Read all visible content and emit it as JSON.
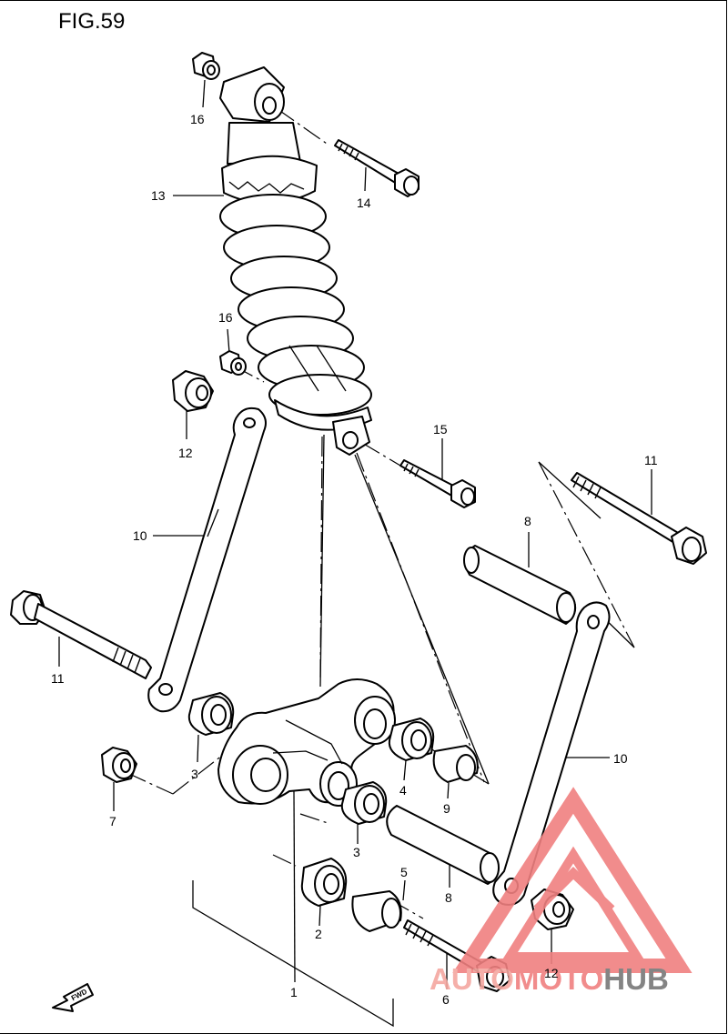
{
  "figure": {
    "title": "FIG.59"
  },
  "callouts": [
    {
      "id": "c16a",
      "text": "16"
    },
    {
      "id": "c13",
      "text": "13"
    },
    {
      "id": "c14",
      "text": "14"
    },
    {
      "id": "c16b",
      "text": "16"
    },
    {
      "id": "c12a",
      "text": "12"
    },
    {
      "id": "c15",
      "text": "15"
    },
    {
      "id": "c11a",
      "text": "11"
    },
    {
      "id": "c10a",
      "text": "10"
    },
    {
      "id": "c8a",
      "text": "8"
    },
    {
      "id": "c11b",
      "text": "11"
    },
    {
      "id": "c3a",
      "text": "3"
    },
    {
      "id": "c7",
      "text": "7"
    },
    {
      "id": "c4",
      "text": "4"
    },
    {
      "id": "c9",
      "text": "9"
    },
    {
      "id": "c10b",
      "text": "10"
    },
    {
      "id": "c3b",
      "text": "3"
    },
    {
      "id": "c5",
      "text": "5"
    },
    {
      "id": "c8b",
      "text": "8"
    },
    {
      "id": "c2",
      "text": "2"
    },
    {
      "id": "c12b",
      "text": "12"
    },
    {
      "id": "c1",
      "text": "1"
    },
    {
      "id": "c6",
      "text": "6"
    }
  ],
  "fwd_marker": {
    "text": "FWD"
  },
  "watermark": {
    "part1": "AUTO",
    "part2": "MOTO",
    "part3": "HUB",
    "color_main": "#f08080",
    "color_dark": "#777777"
  }
}
